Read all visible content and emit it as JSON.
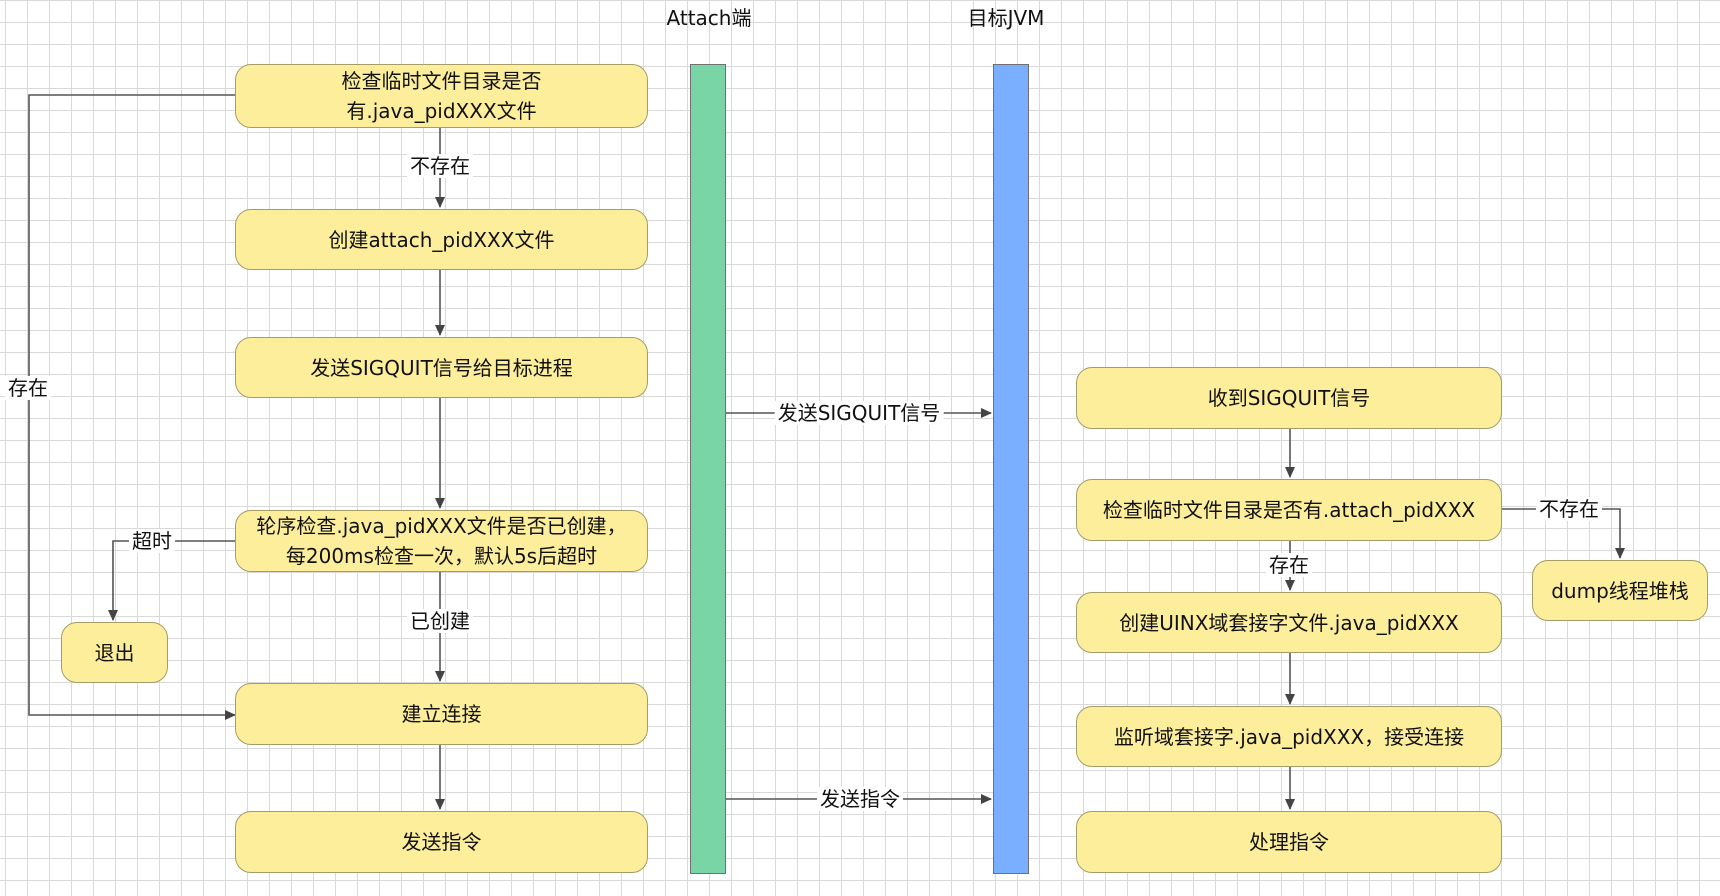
{
  "headers": {
    "attach": "Attach端",
    "jvm": "目标JVM"
  },
  "colors": {
    "node_fill": "#fdee9c",
    "attach_lane": "#79d5a5",
    "jvm_lane": "#7aaeff",
    "line": "#555555"
  },
  "left": {
    "check_file": "检查临时文件目录是否有.java_pidXXX文件",
    "create_attach": "创建attach_pidXXX文件",
    "send_sigquit": "发送SIGQUIT信号给目标进程",
    "poll": "轮序检查.java_pidXXX文件是否已创建，每200ms检查一次，默认5s后超时",
    "exit": "退出",
    "connect": "建立连接",
    "send_cmd": "发送指令"
  },
  "right": {
    "recv": "收到SIGQUIT信号",
    "check_attach": "检查临时文件目录是否有.attach_pidXXX",
    "dump": "dump线程堆栈",
    "create_socket": "创建UINX域套接字文件.java_pidXXX",
    "listen": "监听域套接字.java_pidXXX，接受连接",
    "handle": "处理指令"
  },
  "labels": {
    "not_exist_1": "不存在",
    "exist_1": "存在",
    "timeout": "超时",
    "created": "已创建",
    "sig_msg": "发送SIGQUIT信号",
    "cmd_msg": "发送指令",
    "not_exist_2": "不存在",
    "exist_2": "存在"
  }
}
